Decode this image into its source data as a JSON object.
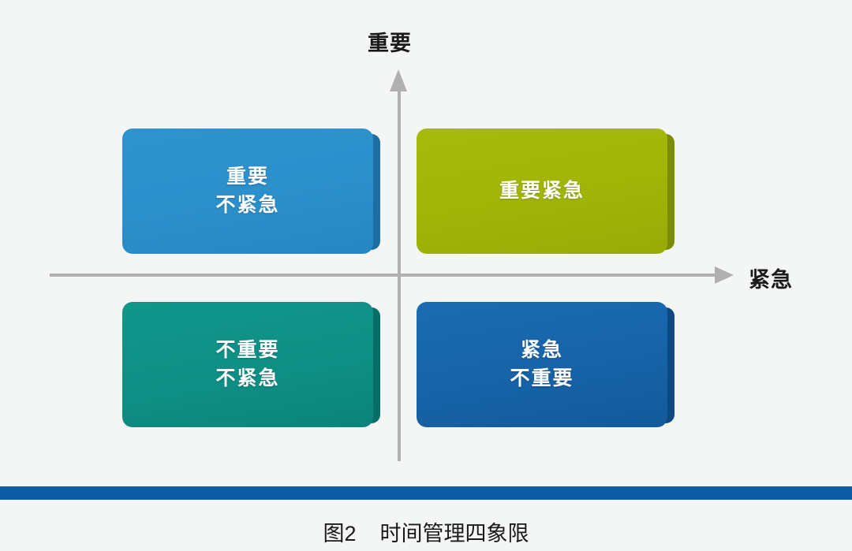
{
  "figure": {
    "background_color": "#f4f6f5",
    "caption": "图2    时间管理四象限",
    "bottom_rule_color": "#0b5ca3"
  },
  "axes": {
    "vertical_label": "重要",
    "horizontal_label": "紧急",
    "axis_color": "#b0b0b0",
    "vertical_arrow_icon": "arrow-up-icon",
    "horizontal_arrow_icon": "arrow-right-icon"
  },
  "quadrants": [
    {
      "id": "important-not-urgent",
      "position": "top-left",
      "lines": [
        "重要",
        "不紧急"
      ],
      "color": "#2b8fcb",
      "shadow_color": "#1e6f9f"
    },
    {
      "id": "important-urgent",
      "position": "top-right",
      "lines": [
        "重要紧急"
      ],
      "color": "#a0b508",
      "shadow_color": "#7b8c04"
    },
    {
      "id": "not-important-not-urgent",
      "position": "bottom-left",
      "lines": [
        "不重要",
        "不紧急"
      ],
      "color": "#0e8f85",
      "shadow_color": "#076e66"
    },
    {
      "id": "urgent-not-important",
      "position": "bottom-right",
      "lines": [
        "紧急",
        "不重要"
      ],
      "color": "#1763a8",
      "shadow_color": "#0d4880"
    }
  ]
}
